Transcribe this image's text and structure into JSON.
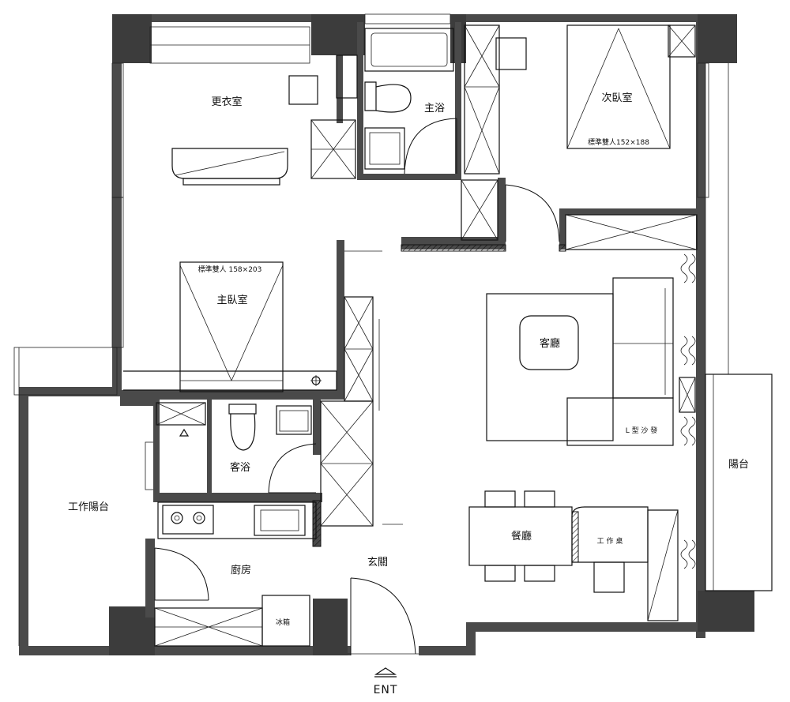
{
  "labels": {
    "walk_in_closet": "更衣室",
    "master_bath": "主浴",
    "second_bedroom": "次臥室",
    "second_bed_size": "標準雙人152×188",
    "master_bedroom": "主臥室",
    "master_bed_size": "標準雙人 158×203",
    "living_room": "客廳",
    "l_sofa": "L 型 沙 發",
    "guest_bath": "客浴",
    "work_balcony": "工作陽台",
    "balcony": "陽台",
    "dining_room": "餐廳",
    "work_desk": "工 作 桌",
    "kitchen": "廚房",
    "fridge": "冰箱",
    "foyer": "玄關",
    "entrance": "ENT"
  },
  "colors": {
    "wall": "#4a4a4a",
    "column": "#3c3c3c",
    "line": "#111111",
    "background": "#ffffff"
  }
}
